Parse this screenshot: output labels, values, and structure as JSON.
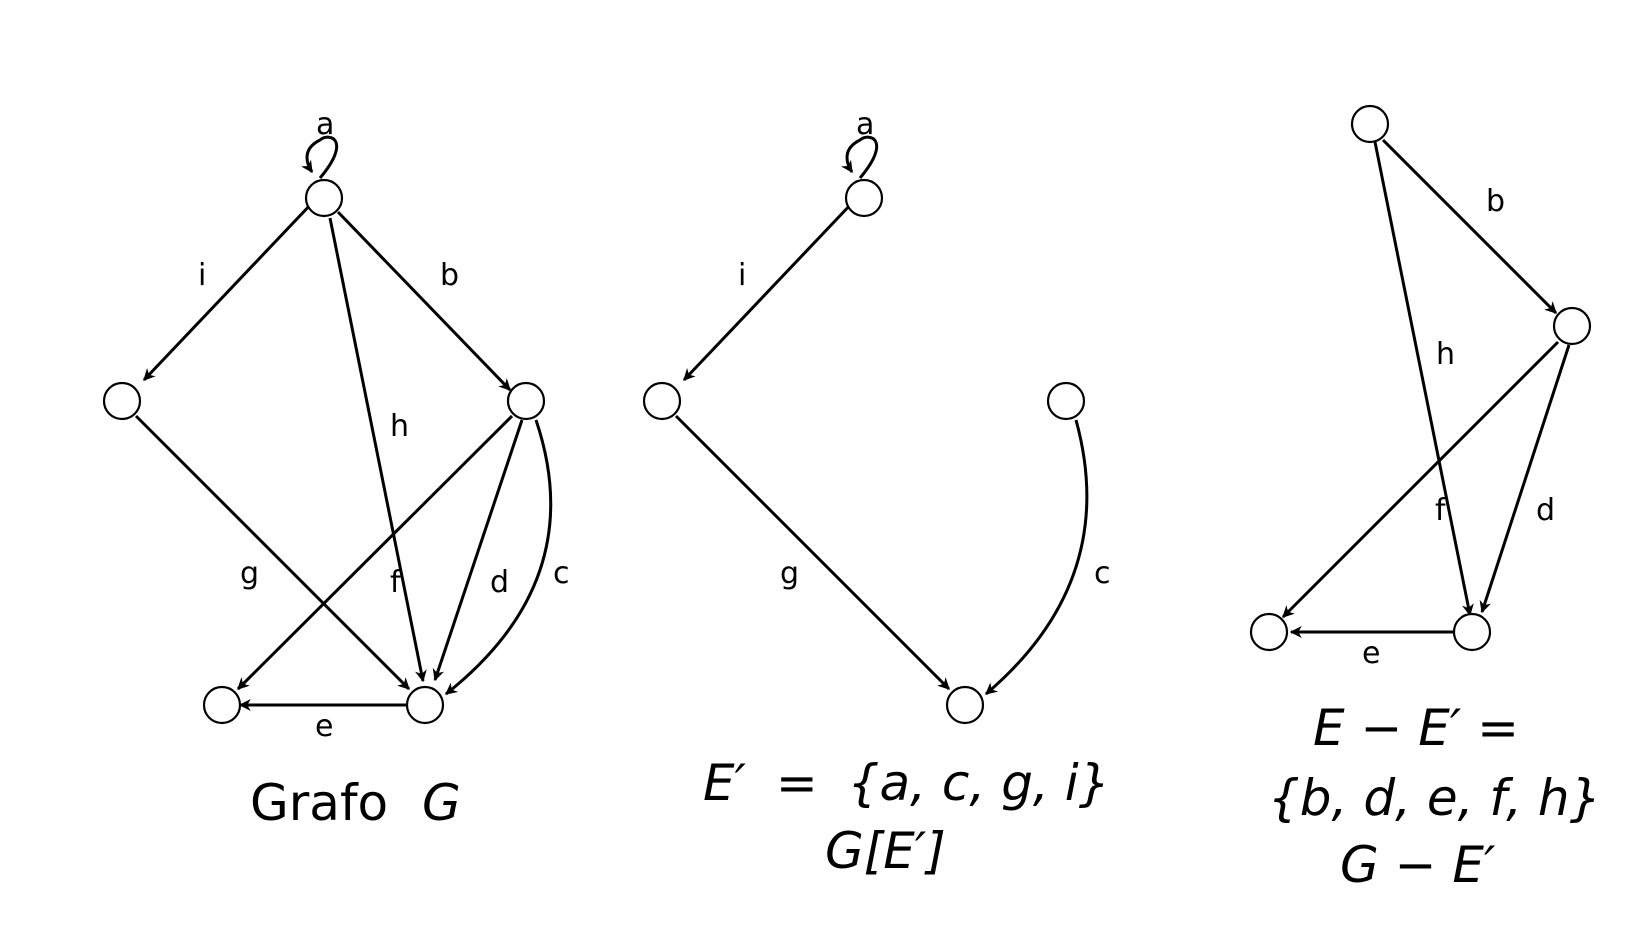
{
  "panels": [
    {
      "edge_labels": {
        "a": "a",
        "i": "i",
        "b": "b",
        "h": "h",
        "g": "g",
        "f": "f",
        "d": "d",
        "c": "c",
        "e": "e"
      },
      "caption": {
        "word": "Grafo",
        "var": "G"
      }
    },
    {
      "edge_labels": {
        "a": "a",
        "i": "i",
        "g": "g",
        "c": "c"
      },
      "caption": {
        "line1": {
          "lhs": "E′",
          "eq": "=",
          "set": "{a, c, g, i}"
        },
        "line2": {
          "g": "G",
          "bracket": "[E′]"
        }
      }
    },
    {
      "edge_labels": {
        "b": "b",
        "h": "h",
        "f": "f",
        "d": "d",
        "e": "e"
      },
      "caption": {
        "line1": "E − E′ =",
        "line2": "{b, d, e, f, h}",
        "line3": "G − E′"
      }
    }
  ]
}
